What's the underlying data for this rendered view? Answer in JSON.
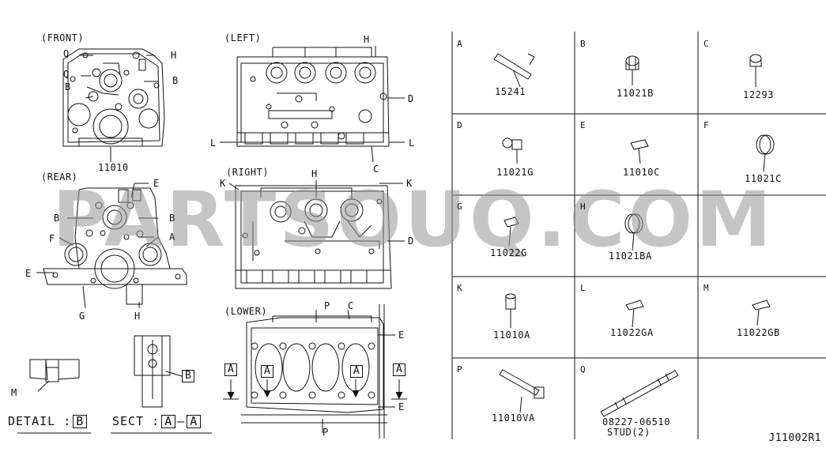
{
  "views": {
    "front": "(FRONT)",
    "left": "(LEFT)",
    "rear": "(REAR)",
    "right": "(RIGHT)",
    "lower": "(LOWER)"
  },
  "callouts": {
    "front_part": "11010",
    "Q": "Q",
    "H": "H",
    "B": "B",
    "E": "E",
    "F": "F",
    "A": "A",
    "G": "G",
    "D": "D",
    "L": "L",
    "C": "C",
    "K": "K",
    "P": "P",
    "M": "M"
  },
  "details": {
    "detail_prefix": "DETAIL :",
    "detail_box": "B",
    "sect_prefix": "SECT :",
    "sect_from": "A",
    "sect_dash": "—",
    "sect_to": "A",
    "section_marker": "A"
  },
  "parts_table": [
    {
      "code": "A",
      "part": "15241",
      "icon": "pin-icon"
    },
    {
      "code": "B",
      "part": "11021B",
      "icon": "plug-icon"
    },
    {
      "code": "C",
      "part": "12293",
      "icon": "plug-icon"
    },
    {
      "code": "D",
      "part": "11021G",
      "icon": "plug-icon"
    },
    {
      "code": "E",
      "part": "11010C",
      "icon": "dowel-icon"
    },
    {
      "code": "F",
      "part": "11021C",
      "icon": "cap-icon"
    },
    {
      "code": "G",
      "part": "11022G",
      "icon": "dowel-icon"
    },
    {
      "code": "H",
      "part": "11021BA",
      "icon": "cap-icon"
    },
    {
      "code": "K",
      "part": "11010A",
      "icon": "cylinder-icon"
    },
    {
      "code": "L",
      "part": "11022GA",
      "icon": "dowel-icon"
    },
    {
      "code": "M",
      "part": "11022GB",
      "icon": "dowel-icon"
    },
    {
      "code": "P",
      "part": "11010VA",
      "icon": "bolt-icon"
    },
    {
      "code": "Q",
      "part": "08227-06510",
      "part2": "STUD(2)",
      "icon": "stud-icon"
    },
    {
      "code": "",
      "part": "",
      "icon": ""
    }
  ],
  "watermark": "PARTSOUQ.COM",
  "footer": "J11002R1"
}
